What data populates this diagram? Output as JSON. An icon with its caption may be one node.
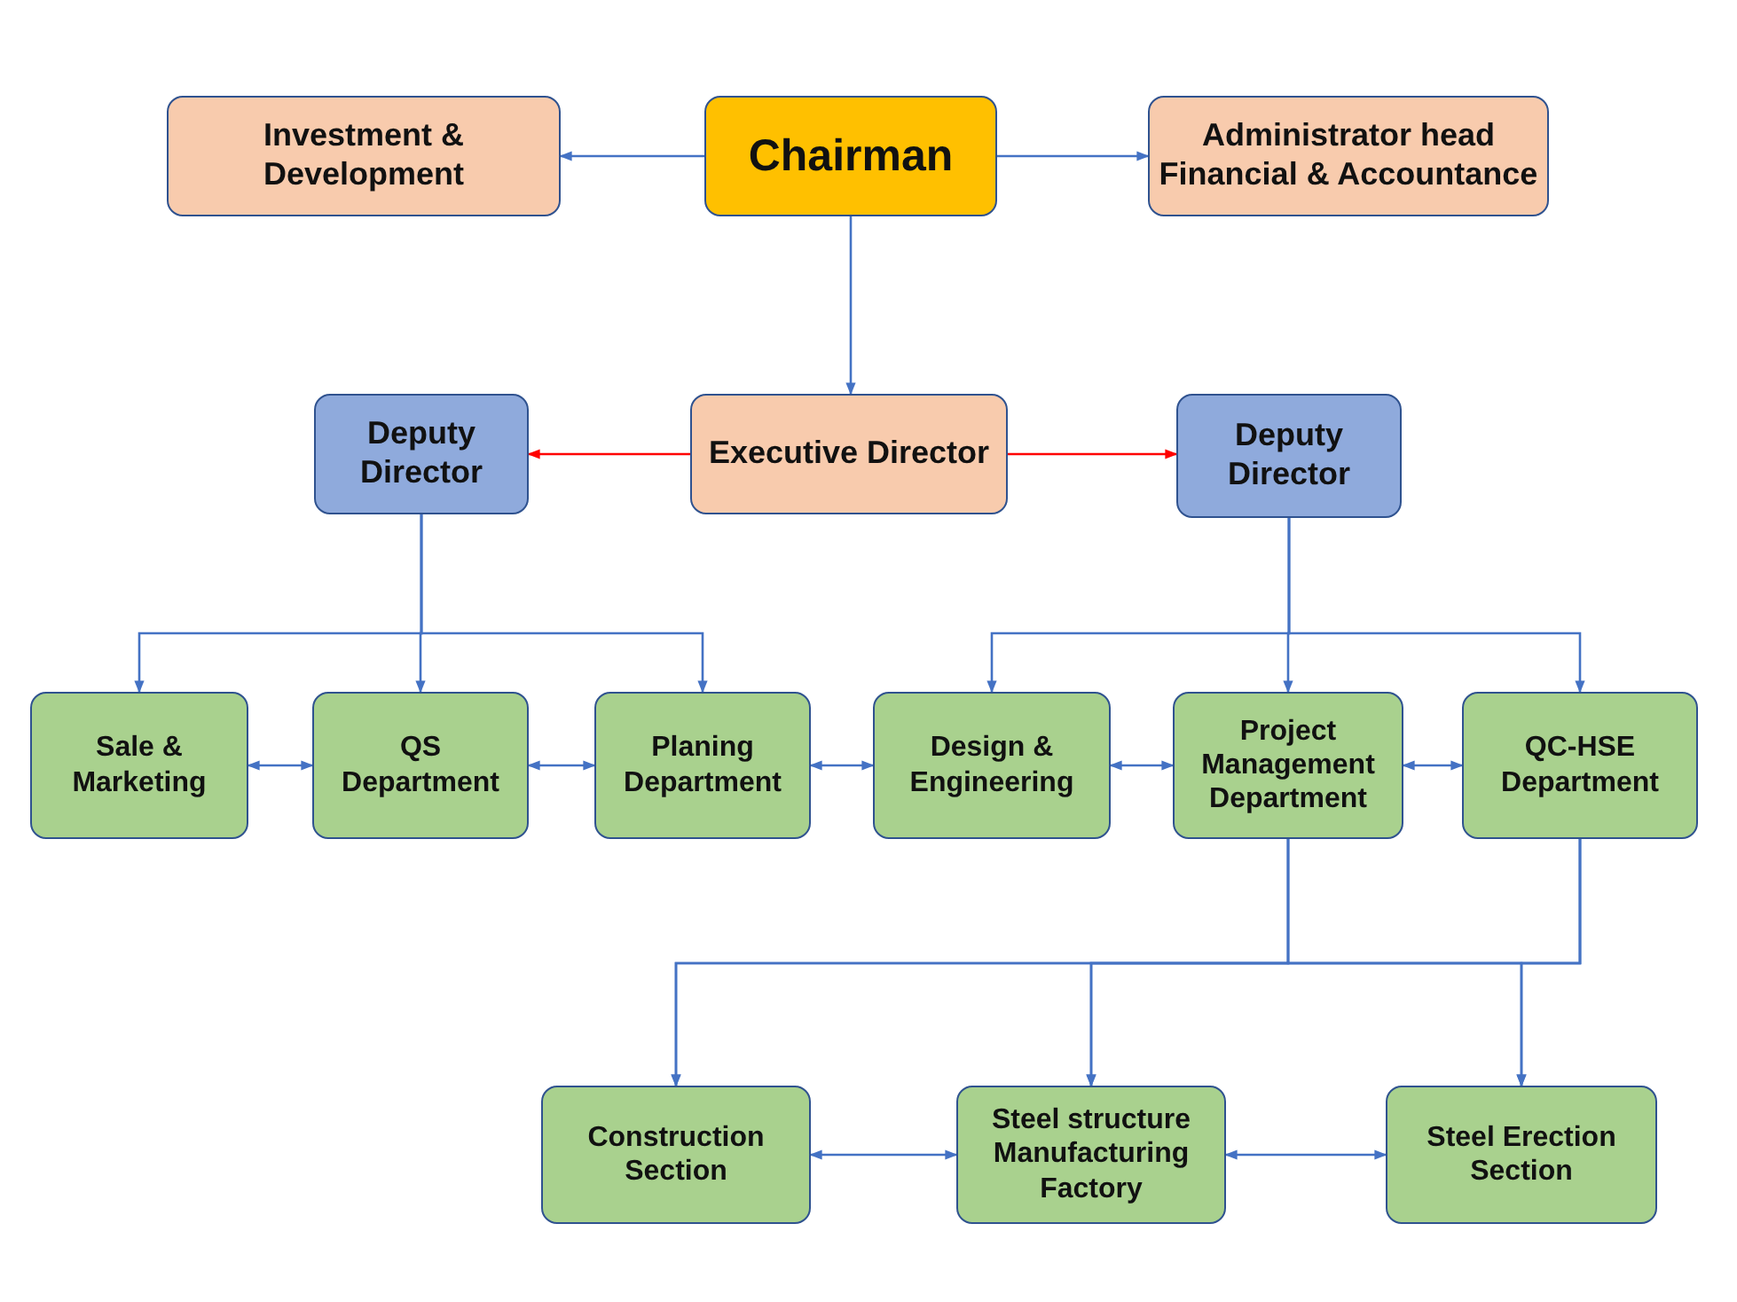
{
  "diagram": {
    "nodes": [
      {
        "text": [
          "Chairman"
        ]
      },
      {
        "text": [
          "Investment & Development"
        ]
      },
      {
        "text": [
          "Administrator head Financial & Accountance"
        ]
      },
      {
        "text": [
          "Executive Director"
        ]
      },
      {
        "text": [
          "Deputy Director"
        ]
      },
      {
        "text": [
          "Deputy Director"
        ]
      },
      {
        "text": [
          "Sale & Marketing"
        ]
      },
      {
        "text": [
          "QS Department"
        ]
      },
      {
        "text": [
          "Planing Department"
        ]
      },
      {
        "text": [
          "Design & Engineering"
        ]
      },
      {
        "text": [
          "Project Management Department"
        ]
      },
      {
        "text": [
          "QC-HSE Department"
        ]
      },
      {
        "text": [
          "Construction Section"
        ]
      },
      {
        "text": [
          "Steel structure Manufacturing Factory"
        ]
      },
      {
        "text": [
          "Steel Erection Section"
        ]
      }
    ],
    "edges": [
      {
        "from": 0,
        "to": 1,
        "arrow": "to"
      },
      {
        "from": 0,
        "to": 2,
        "arrow": "to"
      },
      {
        "from": 0,
        "to": 3,
        "arrow": "to"
      },
      {
        "from": 3,
        "to": 4,
        "arrow": "to",
        "color": "#ff0000"
      },
      {
        "from": 3,
        "to": 5,
        "arrow": "to",
        "color": "#ff0000"
      },
      {
        "from": 4,
        "to": 6,
        "arrow": "to"
      },
      {
        "from": 4,
        "to": 7,
        "arrow": "to"
      },
      {
        "from": 4,
        "to": 8,
        "arrow": "to"
      },
      {
        "from": 5,
        "to": 9,
        "arrow": "to"
      },
      {
        "from": 5,
        "to": 10,
        "arrow": "to"
      },
      {
        "from": 5,
        "to": 11,
        "arrow": "to"
      },
      {
        "from": 6,
        "to": 7,
        "arrow": "both"
      },
      {
        "from": 7,
        "to": 8,
        "arrow": "both"
      },
      {
        "from": 8,
        "to": 9,
        "arrow": "both"
      },
      {
        "from": 9,
        "to": 10,
        "arrow": "both"
      },
      {
        "from": 10,
        "to": 11,
        "arrow": "both"
      },
      {
        "from": 10,
        "to": 12,
        "arrow": "to"
      },
      {
        "from": 10,
        "to": 13,
        "arrow": "to"
      },
      {
        "from": 10,
        "to": 14,
        "arrow": "to"
      },
      {
        "from": 11,
        "to": 12,
        "arrow": "to"
      },
      {
        "from": 11,
        "to": 13,
        "arrow": "to"
      },
      {
        "from": 11,
        "to": 14,
        "arrow": "to"
      },
      {
        "from": 12,
        "to": 13,
        "arrow": "both"
      },
      {
        "from": 13,
        "to": 14,
        "arrow": "both"
      }
    ]
  }
}
